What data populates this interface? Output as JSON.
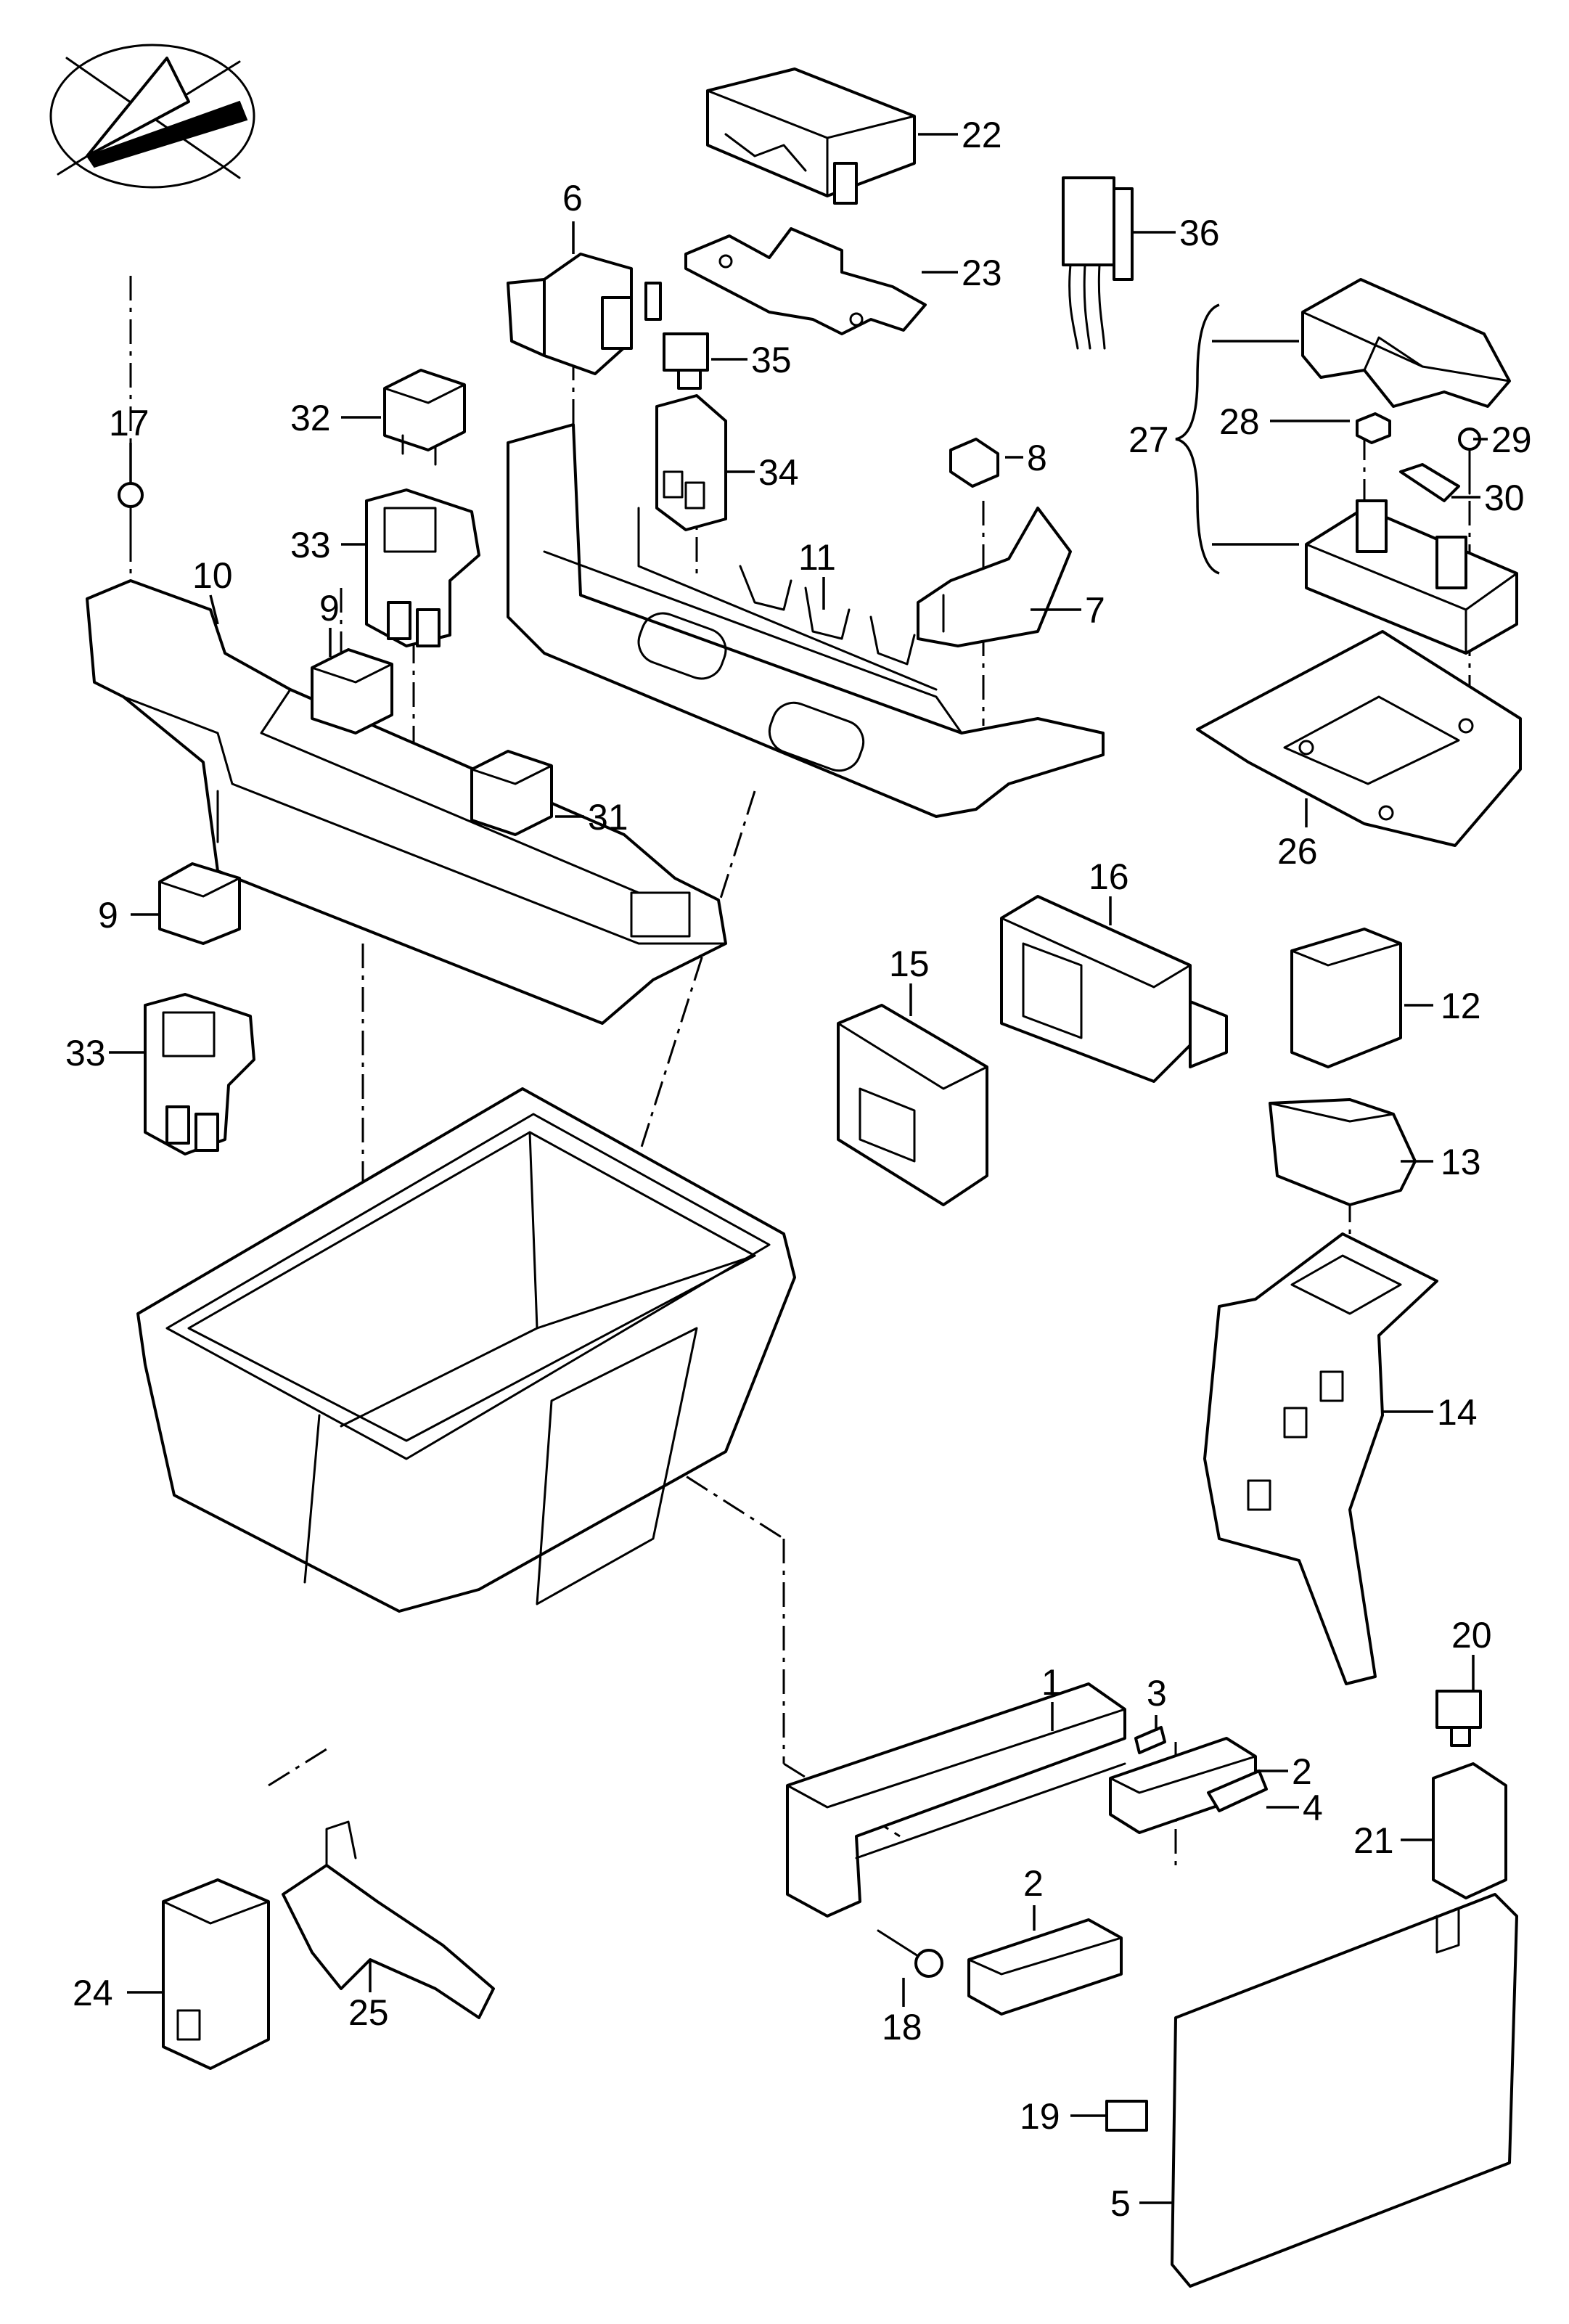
{
  "diagram": {
    "callouts": [
      {
        "id": "c1",
        "text": "1"
      },
      {
        "id": "c2a",
        "text": "2"
      },
      {
        "id": "c2b",
        "text": "2"
      },
      {
        "id": "c3",
        "text": "3"
      },
      {
        "id": "c4",
        "text": "4"
      },
      {
        "id": "c5",
        "text": "5"
      },
      {
        "id": "c6",
        "text": "6"
      },
      {
        "id": "c7",
        "text": "7"
      },
      {
        "id": "c8",
        "text": "8"
      },
      {
        "id": "c9a",
        "text": "9"
      },
      {
        "id": "c9b",
        "text": "9"
      },
      {
        "id": "c10",
        "text": "10"
      },
      {
        "id": "c11",
        "text": "11"
      },
      {
        "id": "c12",
        "text": "12"
      },
      {
        "id": "c13",
        "text": "13"
      },
      {
        "id": "c14",
        "text": "14"
      },
      {
        "id": "c15",
        "text": "15"
      },
      {
        "id": "c16",
        "text": "16"
      },
      {
        "id": "c17",
        "text": "17"
      },
      {
        "id": "c18",
        "text": "18"
      },
      {
        "id": "c19",
        "text": "19"
      },
      {
        "id": "c20",
        "text": "20"
      },
      {
        "id": "c21",
        "text": "21"
      },
      {
        "id": "c22",
        "text": "22"
      },
      {
        "id": "c23",
        "text": "23"
      },
      {
        "id": "c24",
        "text": "24"
      },
      {
        "id": "c25",
        "text": "25"
      },
      {
        "id": "c26",
        "text": "26"
      },
      {
        "id": "c27",
        "text": "27"
      },
      {
        "id": "c28",
        "text": "28"
      },
      {
        "id": "c29",
        "text": "29"
      },
      {
        "id": "c30",
        "text": "30"
      },
      {
        "id": "c31",
        "text": "31"
      },
      {
        "id": "c32",
        "text": "32"
      },
      {
        "id": "c33a",
        "text": "33"
      },
      {
        "id": "c33b",
        "text": "33"
      },
      {
        "id": "c34",
        "text": "34"
      },
      {
        "id": "c35",
        "text": "35"
      },
      {
        "id": "c36",
        "text": "36"
      }
    ]
  }
}
